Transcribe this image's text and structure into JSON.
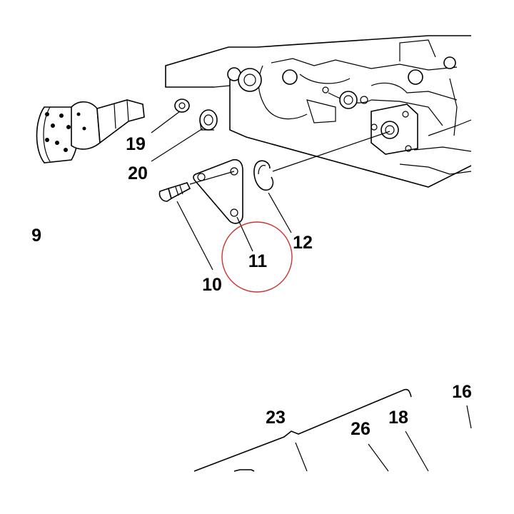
{
  "diagram": {
    "callouts": {
      "c9": "9",
      "c10": "10",
      "c11": "11",
      "c12": "12",
      "c16": "16",
      "c18": "18",
      "c19": "19",
      "c20": "20",
      "c23": "23",
      "c26": "26"
    },
    "highlight_color": "#cc3333",
    "highlighted_callout": "11"
  }
}
